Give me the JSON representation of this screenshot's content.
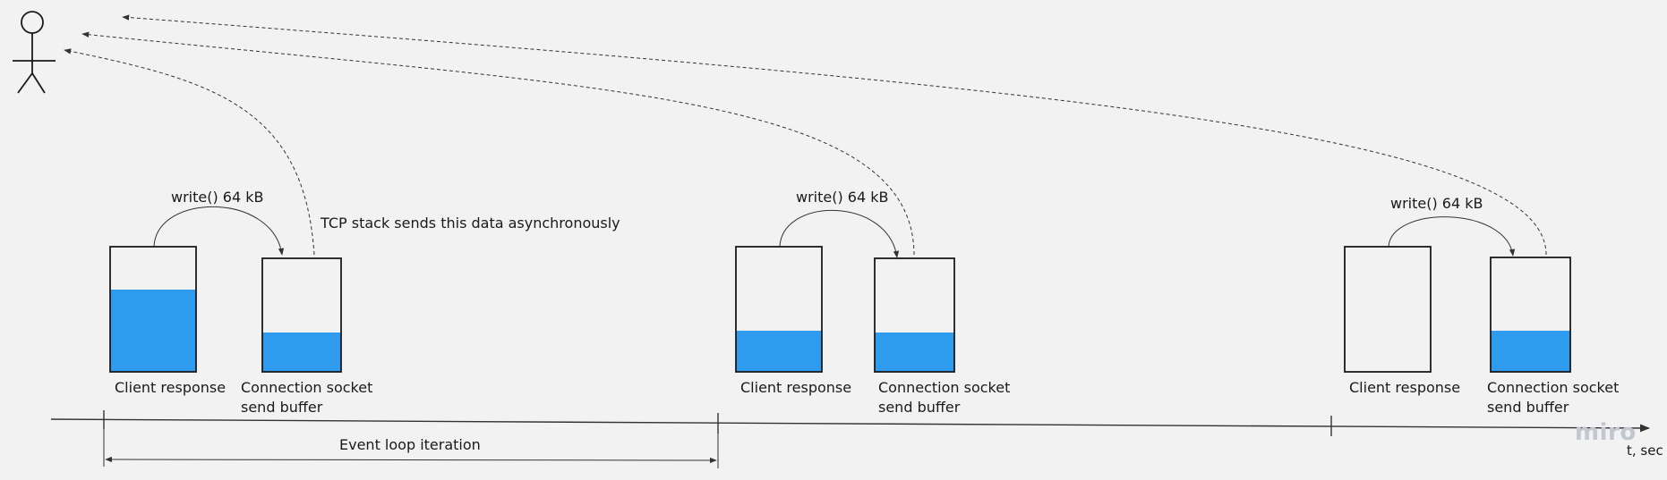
{
  "labels": {
    "client_response": "Client response",
    "socket_line1": "Connection socket",
    "socket_line2": "send buffer",
    "write": "write() 64 kB",
    "tcp_note": "TCP stack sends this data asynchronously",
    "event_loop": "Event loop iteration",
    "time_axis": "t, sec"
  },
  "watermark": "miro",
  "colors": {
    "background": "#f2f2f2",
    "fill": "#2f9bef",
    "stroke": "#1a1a1a"
  },
  "iterations": [
    {
      "client_fill": 0.66,
      "socket_fill": 0.35
    },
    {
      "client_fill": 0.33,
      "socket_fill": 0.35
    },
    {
      "client_fill": 0.0,
      "socket_fill": 0.36
    }
  ]
}
